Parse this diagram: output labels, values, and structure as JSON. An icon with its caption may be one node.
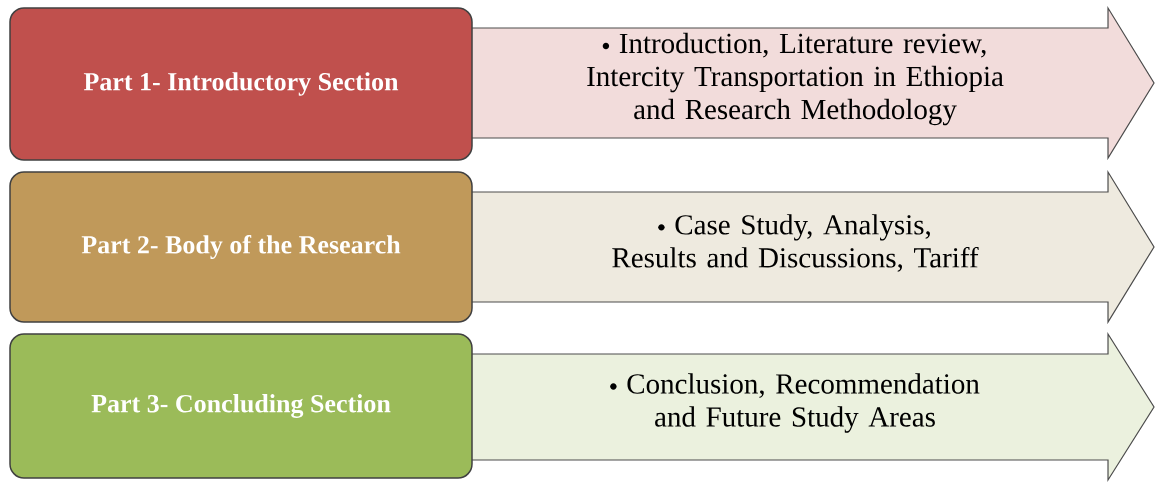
{
  "diagram": {
    "nodes": [
      {
        "text": [
          "Part 1- Introductory Section"
        ]
      },
      {
        "text": [
          "Introduction, Literature review, Intercity Transportation in Ethiopia and Research Methodology"
        ]
      },
      {
        "text": [
          "Part 2- Body of the Research"
        ]
      },
      {
        "text": [
          "Case Study, Analysis, Results and Discussions, Tariff"
        ]
      },
      {
        "text": [
          "Part 3- Concluding Section"
        ]
      },
      {
        "text": [
          "Conclusion, Recommendation and Future Study Areas"
        ]
      }
    ]
  }
}
